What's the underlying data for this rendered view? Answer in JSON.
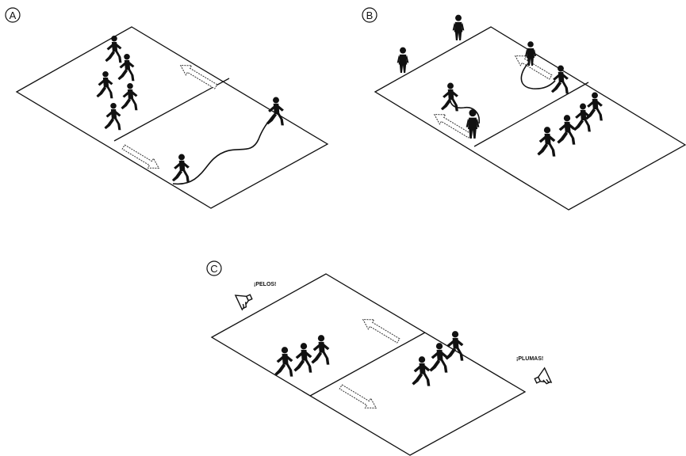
{
  "panels": {
    "a": {
      "label": "A"
    },
    "b": {
      "label": "B"
    },
    "c": {
      "label": "C",
      "call_left": "¡PELOS!",
      "call_right": "¡PLUMAS!"
    }
  },
  "icons": [
    "runner-icon",
    "standing-player-icon",
    "megaphone-icon",
    "direction-arrow-icon"
  ],
  "colors": {
    "ink": "#111111",
    "paper": "#ffffff"
  }
}
